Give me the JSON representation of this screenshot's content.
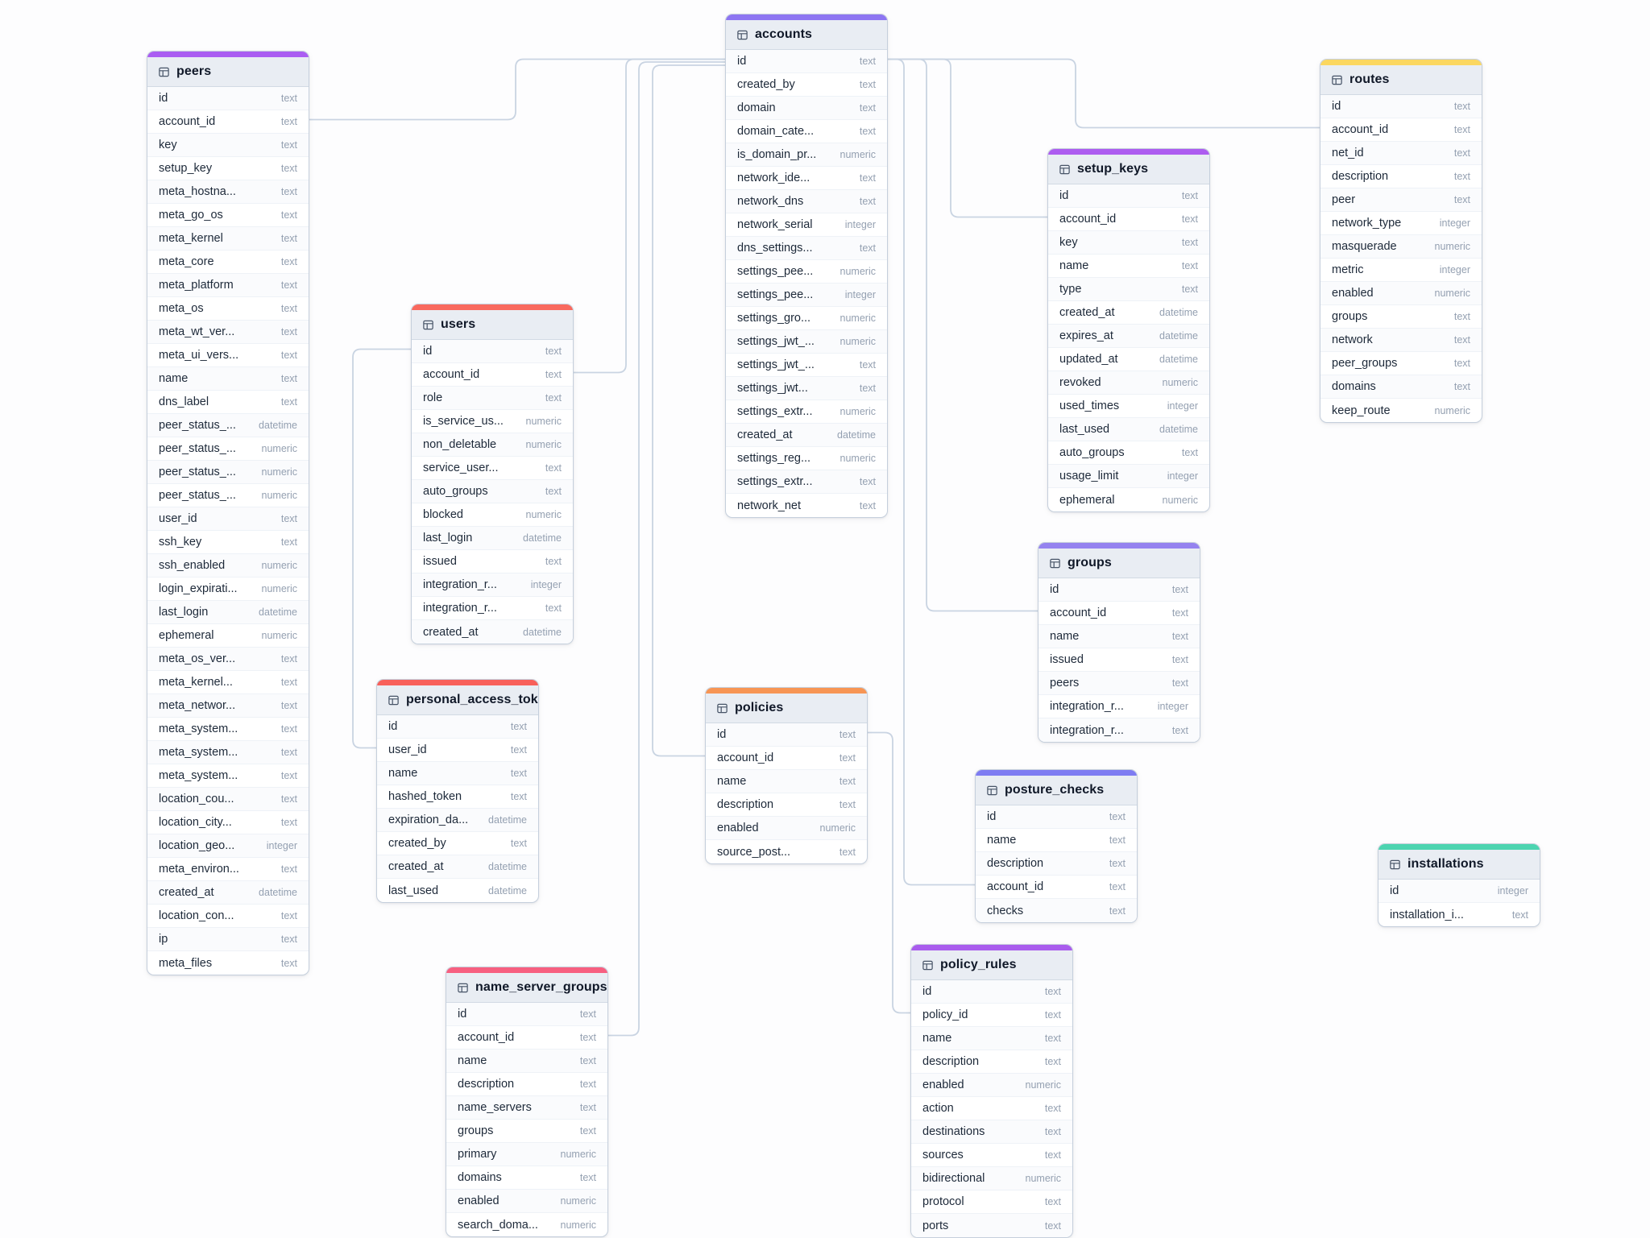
{
  "diagram": {
    "colors": {
      "wire": "#c9d4e2",
      "card_border": "#c5cfdc",
      "header_bg": "#e9edf3",
      "field_text": "#1d2939",
      "type_text": "#94a0b1"
    },
    "icons": {
      "table": "table-grid-icon"
    },
    "tables": [
      {
        "id": "peers",
        "title": "peers",
        "header_color": "#aa5df2",
        "fields": [
          {
            "name": "id",
            "type": "text"
          },
          {
            "name": "account_id",
            "type": "text"
          },
          {
            "name": "key",
            "type": "text"
          },
          {
            "name": "setup_key",
            "type": "text"
          },
          {
            "name": "meta_hostna...",
            "type": "text"
          },
          {
            "name": "meta_go_os",
            "type": "text"
          },
          {
            "name": "meta_kernel",
            "type": "text"
          },
          {
            "name": "meta_core",
            "type": "text"
          },
          {
            "name": "meta_platform",
            "type": "text"
          },
          {
            "name": "meta_os",
            "type": "text"
          },
          {
            "name": "meta_wt_ver...",
            "type": "text"
          },
          {
            "name": "meta_ui_vers...",
            "type": "text"
          },
          {
            "name": "name",
            "type": "text"
          },
          {
            "name": "dns_label",
            "type": "text"
          },
          {
            "name": "peer_status_...",
            "type": "datetime"
          },
          {
            "name": "peer_status_...",
            "type": "numeric"
          },
          {
            "name": "peer_status_...",
            "type": "numeric"
          },
          {
            "name": "peer_status_...",
            "type": "numeric"
          },
          {
            "name": "user_id",
            "type": "text"
          },
          {
            "name": "ssh_key",
            "type": "text"
          },
          {
            "name": "ssh_enabled",
            "type": "numeric"
          },
          {
            "name": "login_expirati...",
            "type": "numeric"
          },
          {
            "name": "last_login",
            "type": "datetime"
          },
          {
            "name": "ephemeral",
            "type": "numeric"
          },
          {
            "name": "meta_os_ver...",
            "type": "text"
          },
          {
            "name": "meta_kernel...",
            "type": "text"
          },
          {
            "name": "meta_networ...",
            "type": "text"
          },
          {
            "name": "meta_system...",
            "type": "text"
          },
          {
            "name": "meta_system...",
            "type": "text"
          },
          {
            "name": "meta_system...",
            "type": "text"
          },
          {
            "name": "location_cou...",
            "type": "text"
          },
          {
            "name": "location_city...",
            "type": "text"
          },
          {
            "name": "location_geo...",
            "type": "integer"
          },
          {
            "name": "meta_environ...",
            "type": "text"
          },
          {
            "name": "created_at",
            "type": "datetime"
          },
          {
            "name": "location_con...",
            "type": "text"
          },
          {
            "name": "ip",
            "type": "text"
          },
          {
            "name": "meta_files",
            "type": "text"
          }
        ]
      },
      {
        "id": "users",
        "title": "users",
        "header_color": "#f9695e",
        "fields": [
          {
            "name": "id",
            "type": "text"
          },
          {
            "name": "account_id",
            "type": "text"
          },
          {
            "name": "role",
            "type": "text"
          },
          {
            "name": "is_service_us...",
            "type": "numeric"
          },
          {
            "name": "non_deletable",
            "type": "numeric"
          },
          {
            "name": "service_user...",
            "type": "text"
          },
          {
            "name": "auto_groups",
            "type": "text"
          },
          {
            "name": "blocked",
            "type": "numeric"
          },
          {
            "name": "last_login",
            "type": "datetime"
          },
          {
            "name": "issued",
            "type": "text"
          },
          {
            "name": "integration_r...",
            "type": "integer"
          },
          {
            "name": "integration_r...",
            "type": "text"
          },
          {
            "name": "created_at",
            "type": "datetime"
          }
        ]
      },
      {
        "id": "accounts",
        "title": "accounts",
        "header_color": "#8d75f2",
        "fields": [
          {
            "name": "id",
            "type": "text"
          },
          {
            "name": "created_by",
            "type": "text"
          },
          {
            "name": "domain",
            "type": "text"
          },
          {
            "name": "domain_cate...",
            "type": "text"
          },
          {
            "name": "is_domain_pr...",
            "type": "numeric"
          },
          {
            "name": "network_ide...",
            "type": "text"
          },
          {
            "name": "network_dns",
            "type": "text"
          },
          {
            "name": "network_serial",
            "type": "integer"
          },
          {
            "name": "dns_settings...",
            "type": "text"
          },
          {
            "name": "settings_pee...",
            "type": "numeric"
          },
          {
            "name": "settings_pee...",
            "type": "integer"
          },
          {
            "name": "settings_gro...",
            "type": "numeric"
          },
          {
            "name": "settings_jwt_...",
            "type": "numeric"
          },
          {
            "name": "settings_jwt_...",
            "type": "text"
          },
          {
            "name": "settings_jwt...",
            "type": "text"
          },
          {
            "name": "settings_extr...",
            "type": "numeric"
          },
          {
            "name": "created_at",
            "type": "datetime"
          },
          {
            "name": "settings_reg...",
            "type": "numeric"
          },
          {
            "name": "settings_extr...",
            "type": "text"
          },
          {
            "name": "network_net",
            "type": "text"
          }
        ]
      },
      {
        "id": "personal_access_tokens",
        "title": "personal_access_tokens",
        "header_color": "#f8605a",
        "fields": [
          {
            "name": "id",
            "type": "text"
          },
          {
            "name": "user_id",
            "type": "text"
          },
          {
            "name": "name",
            "type": "text"
          },
          {
            "name": "hashed_token",
            "type": "text"
          },
          {
            "name": "expiration_da...",
            "type": "datetime"
          },
          {
            "name": "created_by",
            "type": "text"
          },
          {
            "name": "created_at",
            "type": "datetime"
          },
          {
            "name": "last_used",
            "type": "datetime"
          }
        ]
      },
      {
        "id": "name_server_groups",
        "title": "name_server_groups",
        "header_color": "#f75f80",
        "fields": [
          {
            "name": "id",
            "type": "text"
          },
          {
            "name": "account_id",
            "type": "text"
          },
          {
            "name": "name",
            "type": "text"
          },
          {
            "name": "description",
            "type": "text"
          },
          {
            "name": "name_servers",
            "type": "text"
          },
          {
            "name": "groups",
            "type": "text"
          },
          {
            "name": "primary",
            "type": "numeric"
          },
          {
            "name": "domains",
            "type": "text"
          },
          {
            "name": "enabled",
            "type": "numeric"
          },
          {
            "name": "search_doma...",
            "type": "numeric"
          }
        ]
      },
      {
        "id": "policies",
        "title": "policies",
        "header_color": "#f79554",
        "fields": [
          {
            "name": "id",
            "type": "text"
          },
          {
            "name": "account_id",
            "type": "text"
          },
          {
            "name": "name",
            "type": "text"
          },
          {
            "name": "description",
            "type": "text"
          },
          {
            "name": "enabled",
            "type": "numeric"
          },
          {
            "name": "source_post...",
            "type": "text"
          }
        ]
      },
      {
        "id": "setup_keys",
        "title": "setup_keys",
        "header_color": "#ad5cf0",
        "fields": [
          {
            "name": "id",
            "type": "text"
          },
          {
            "name": "account_id",
            "type": "text"
          },
          {
            "name": "key",
            "type": "text"
          },
          {
            "name": "name",
            "type": "text"
          },
          {
            "name": "type",
            "type": "text"
          },
          {
            "name": "created_at",
            "type": "datetime"
          },
          {
            "name": "expires_at",
            "type": "datetime"
          },
          {
            "name": "updated_at",
            "type": "datetime"
          },
          {
            "name": "revoked",
            "type": "numeric"
          },
          {
            "name": "used_times",
            "type": "integer"
          },
          {
            "name": "last_used",
            "type": "datetime"
          },
          {
            "name": "auto_groups",
            "type": "text"
          },
          {
            "name": "usage_limit",
            "type": "integer"
          },
          {
            "name": "ephemeral",
            "type": "numeric"
          }
        ]
      },
      {
        "id": "groups",
        "title": "groups",
        "header_color": "#9583ef",
        "fields": [
          {
            "name": "id",
            "type": "text"
          },
          {
            "name": "account_id",
            "type": "text"
          },
          {
            "name": "name",
            "type": "text"
          },
          {
            "name": "issued",
            "type": "text"
          },
          {
            "name": "peers",
            "type": "text"
          },
          {
            "name": "integration_r...",
            "type": "integer"
          },
          {
            "name": "integration_r...",
            "type": "text"
          }
        ]
      },
      {
        "id": "posture_checks",
        "title": "posture_checks",
        "header_color": "#7e7cf2",
        "fields": [
          {
            "name": "id",
            "type": "text"
          },
          {
            "name": "name",
            "type": "text"
          },
          {
            "name": "description",
            "type": "text"
          },
          {
            "name": "account_id",
            "type": "text"
          },
          {
            "name": "checks",
            "type": "text"
          }
        ]
      },
      {
        "id": "policy_rules",
        "title": "policy_rules",
        "header_color": "#a95ced",
        "fields": [
          {
            "name": "id",
            "type": "text"
          },
          {
            "name": "policy_id",
            "type": "text"
          },
          {
            "name": "name",
            "type": "text"
          },
          {
            "name": "description",
            "type": "text"
          },
          {
            "name": "enabled",
            "type": "numeric"
          },
          {
            "name": "action",
            "type": "text"
          },
          {
            "name": "destinations",
            "type": "text"
          },
          {
            "name": "sources",
            "type": "text"
          },
          {
            "name": "bidirectional",
            "type": "numeric"
          },
          {
            "name": "protocol",
            "type": "text"
          },
          {
            "name": "ports",
            "type": "text"
          }
        ]
      },
      {
        "id": "routes",
        "title": "routes",
        "header_color": "#fbd760",
        "fields": [
          {
            "name": "id",
            "type": "text"
          },
          {
            "name": "account_id",
            "type": "text"
          },
          {
            "name": "net_id",
            "type": "text"
          },
          {
            "name": "description",
            "type": "text"
          },
          {
            "name": "peer",
            "type": "text"
          },
          {
            "name": "network_type",
            "type": "integer"
          },
          {
            "name": "masquerade",
            "type": "numeric"
          },
          {
            "name": "metric",
            "type": "integer"
          },
          {
            "name": "enabled",
            "type": "numeric"
          },
          {
            "name": "groups",
            "type": "text"
          },
          {
            "name": "network",
            "type": "text"
          },
          {
            "name": "peer_groups",
            "type": "text"
          },
          {
            "name": "domains",
            "type": "text"
          },
          {
            "name": "keep_route",
            "type": "numeric"
          }
        ]
      },
      {
        "id": "installations",
        "title": "installations",
        "header_color": "#4cd4b0",
        "fields": [
          {
            "name": "id",
            "type": "integer"
          },
          {
            "name": "installation_i...",
            "type": "text"
          }
        ]
      }
    ],
    "connections": [
      {
        "from": "peers.account_id",
        "to": "accounts.id"
      },
      {
        "from": "users.account_id",
        "to": "accounts.id"
      },
      {
        "from": "personal_access_tokens.user_id",
        "to": "users.id"
      },
      {
        "from": "name_server_groups.account_id",
        "to": "accounts.id"
      },
      {
        "from": "policies.account_id",
        "to": "accounts.id"
      },
      {
        "from": "policy_rules.policy_id",
        "to": "policies.id"
      },
      {
        "from": "setup_keys.account_id",
        "to": "accounts.id"
      },
      {
        "from": "groups.account_id",
        "to": "accounts.id"
      },
      {
        "from": "posture_checks.account_id",
        "to": "accounts.id"
      },
      {
        "from": "routes.account_id",
        "to": "accounts.id"
      }
    ]
  }
}
